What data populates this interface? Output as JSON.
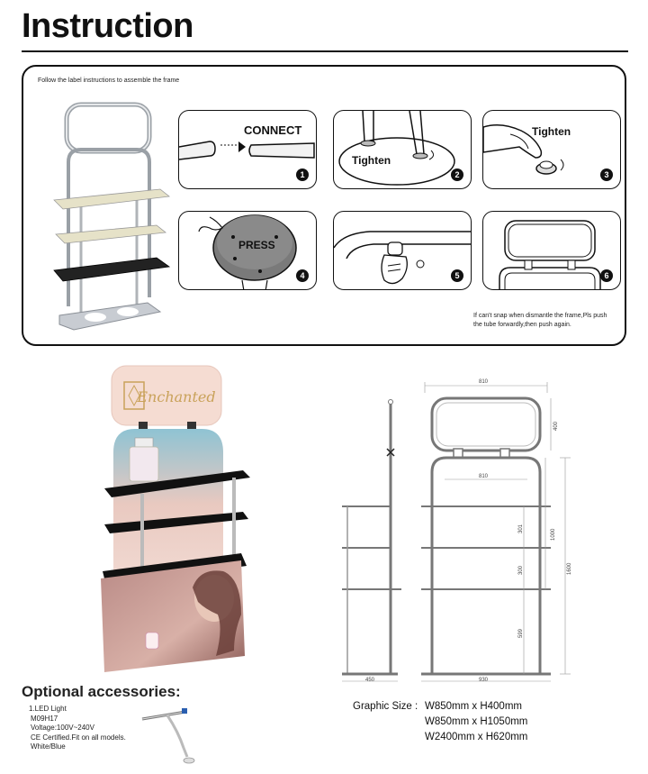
{
  "page": {
    "title": "Instruction"
  },
  "instructions": {
    "note": "Follow the label instructions to assemble the frame",
    "steps": [
      {
        "num": "1",
        "label": "CONNECT"
      },
      {
        "num": "2",
        "label": "Tighten"
      },
      {
        "num": "3",
        "label": "Tighten"
      },
      {
        "num": "4",
        "label": "PRESS"
      },
      {
        "num": "5",
        "label": ""
      },
      {
        "num": "6",
        "label": ""
      }
    ],
    "dismantle_note": "If can't snap when dismantle the frame,Pls push the tube forwardly,then push again."
  },
  "product": {
    "brand_text": "Enchanted"
  },
  "dimensions": {
    "top_width": "810",
    "inner_width": "810",
    "base_depth": "450",
    "base_width": "930",
    "sign_height": "400",
    "frame_height": "1000",
    "total_height": "1600",
    "shelf_gap_1": "301",
    "shelf_gap_2": "300",
    "shelf_gap_3": "599"
  },
  "accessories": {
    "heading": "Optional accessories:",
    "item_title": "1.LED Light",
    "model": "M09H17",
    "voltage": "Voltage:100V~240V",
    "cert": "CE Certified.Fit on all models.",
    "colors": "White/Blue"
  },
  "graphic_size": {
    "label": "Graphic Size :",
    "sizes": [
      "W850mm x H400mm",
      "W850mm x H1050mm",
      "W2400mm x  H620mm"
    ]
  }
}
